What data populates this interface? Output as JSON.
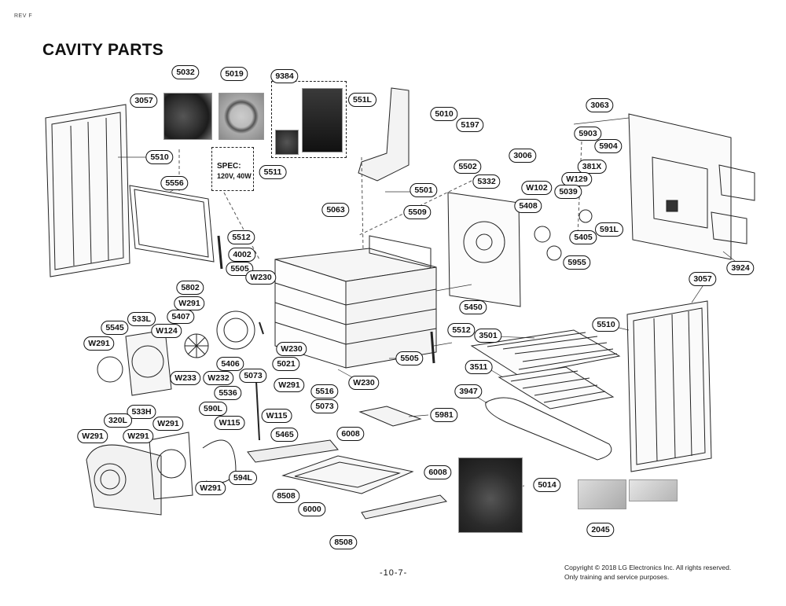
{
  "header": {
    "revision": "REV F",
    "title": "CAVITY PARTS"
  },
  "spec_box": {
    "line1": "SPEC:",
    "line2": "120V, 40W"
  },
  "callouts": [
    {
      "id": "c5032",
      "label": "5032"
    },
    {
      "id": "c5019",
      "label": "5019"
    },
    {
      "id": "c9384",
      "label": "9384"
    },
    {
      "id": "c3057a",
      "label": "3057"
    },
    {
      "id": "c5510a",
      "label": "5510"
    },
    {
      "id": "c5511",
      "label": "5511"
    },
    {
      "id": "c5556",
      "label": "5556"
    },
    {
      "id": "c551L",
      "label": "551L"
    },
    {
      "id": "c5010",
      "label": "5010"
    },
    {
      "id": "c5197",
      "label": "5197"
    },
    {
      "id": "c3063",
      "label": "3063"
    },
    {
      "id": "c5903",
      "label": "5903"
    },
    {
      "id": "c5904",
      "label": "5904"
    },
    {
      "id": "c3006",
      "label": "3006"
    },
    {
      "id": "c381X",
      "label": "381X"
    },
    {
      "id": "c5502",
      "label": "5502"
    },
    {
      "id": "c5332",
      "label": "5332"
    },
    {
      "id": "cW102",
      "label": "W102"
    },
    {
      "id": "cW129",
      "label": "W129"
    },
    {
      "id": "c5039",
      "label": "5039"
    },
    {
      "id": "c5501",
      "label": "5501"
    },
    {
      "id": "c5063",
      "label": "5063"
    },
    {
      "id": "c5509",
      "label": "5509"
    },
    {
      "id": "c5408",
      "label": "5408"
    },
    {
      "id": "c591L",
      "label": "591L"
    },
    {
      "id": "c5405",
      "label": "5405"
    },
    {
      "id": "c5512a",
      "label": "5512"
    },
    {
      "id": "c4002",
      "label": "4002"
    },
    {
      "id": "c5505a",
      "label": "5505"
    },
    {
      "id": "cW230a",
      "label": "W230"
    },
    {
      "id": "c5955",
      "label": "5955"
    },
    {
      "id": "c3924",
      "label": "3924"
    },
    {
      "id": "c5802",
      "label": "5802"
    },
    {
      "id": "c3057b",
      "label": "3057"
    },
    {
      "id": "cW291a",
      "label": "W291"
    },
    {
      "id": "c5407",
      "label": "5407"
    },
    {
      "id": "c533L",
      "label": "533L"
    },
    {
      "id": "c5545",
      "label": "5545"
    },
    {
      "id": "cW124",
      "label": "W124"
    },
    {
      "id": "c5450",
      "label": "5450"
    },
    {
      "id": "c5510b",
      "label": "5510"
    },
    {
      "id": "c5512b",
      "label": "5512"
    },
    {
      "id": "c3501",
      "label": "3501"
    },
    {
      "id": "cW291b",
      "label": "W291"
    },
    {
      "id": "cW230b",
      "label": "W230"
    },
    {
      "id": "c5406",
      "label": "5406"
    },
    {
      "id": "c5505b",
      "label": "5505"
    },
    {
      "id": "c5021",
      "label": "5021"
    },
    {
      "id": "cW233",
      "label": "W233"
    },
    {
      "id": "cW232",
      "label": "W232"
    },
    {
      "id": "c3511",
      "label": "3511"
    },
    {
      "id": "c5073a",
      "label": "5073"
    },
    {
      "id": "cW291c",
      "label": "W291"
    },
    {
      "id": "cW230c",
      "label": "W230"
    },
    {
      "id": "c5536",
      "label": "5536"
    },
    {
      "id": "c5516",
      "label": "5516"
    },
    {
      "id": "c3947",
      "label": "3947"
    },
    {
      "id": "c590L",
      "label": "590L"
    },
    {
      "id": "c5073b",
      "label": "5073"
    },
    {
      "id": "c533H",
      "label": "533H"
    },
    {
      "id": "cW115a",
      "label": "W115"
    },
    {
      "id": "c5981",
      "label": "5981"
    },
    {
      "id": "c320L",
      "label": "320L"
    },
    {
      "id": "cW291d",
      "label": "W291"
    },
    {
      "id": "cW115b",
      "label": "W115"
    },
    {
      "id": "cW291e",
      "label": "W291"
    },
    {
      "id": "c5465",
      "label": "5465"
    },
    {
      "id": "c6008a",
      "label": "6008"
    },
    {
      "id": "cW291f",
      "label": "W291"
    },
    {
      "id": "c594L",
      "label": "594L"
    },
    {
      "id": "c6008b",
      "label": "6008"
    },
    {
      "id": "c5014",
      "label": "5014"
    },
    {
      "id": "cW291g",
      "label": "W291"
    },
    {
      "id": "c8508a",
      "label": "8508"
    },
    {
      "id": "c6000",
      "label": "6000"
    },
    {
      "id": "c2045",
      "label": "2045"
    },
    {
      "id": "c8508b",
      "label": "8508"
    }
  ],
  "footer": {
    "page_number": "-10-7-",
    "copyright_line1": "Copyright © 2018 LG Electronics Inc. All rights reserved.",
    "copyright_line2": "Only training and service purposes."
  }
}
